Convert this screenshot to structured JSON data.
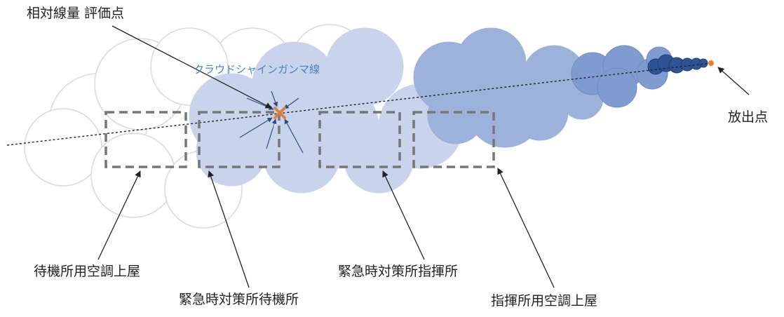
{
  "labels": {
    "evaluation_point": "相対線量 評価点",
    "cloudshine": "クラウドシャインガンマ線",
    "release_point": "放出点",
    "standby_hvac_roof": "待機所用空調上屋",
    "emergency_standby": "緊急時対策所待機所",
    "emergency_command": "緊急時対策所指揮所",
    "command_hvac_roof": "指揮所用空調上屋"
  },
  "colors": {
    "plume_far": "#e4e9f4",
    "plume_light": "#c9d4ec",
    "plume_mid": "#9cb2da",
    "plume_dark": "#7f9bcf",
    "plume_core": "#2e5495",
    "plume_outline": "#1f3d78",
    "plume_outer_outline": "#d9d9d9",
    "release_marker": "#ed7d31",
    "eval_marker": "#d9823b",
    "box_dash": "#767676",
    "gamma_arrows": "#2e4d86",
    "cloudshine_text": "#3f86c6",
    "leader_line": "#222222"
  }
}
